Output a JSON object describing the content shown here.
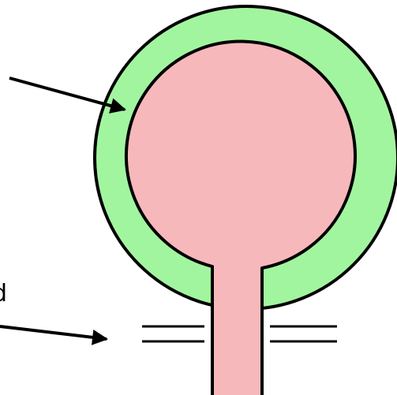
{
  "diagram": {
    "colors": {
      "outer_layer": "#a2f59f",
      "inner_body": "#f7b8bb",
      "outline": "#000000",
      "background": "#ffffff"
    },
    "labels": {
      "bottom_left_partial": "d"
    },
    "arrows": [
      {
        "name": "upper-arrow",
        "points_to": "outer-layer"
      },
      {
        "name": "lower-arrow",
        "points_to": "double-lines"
      }
    ]
  }
}
